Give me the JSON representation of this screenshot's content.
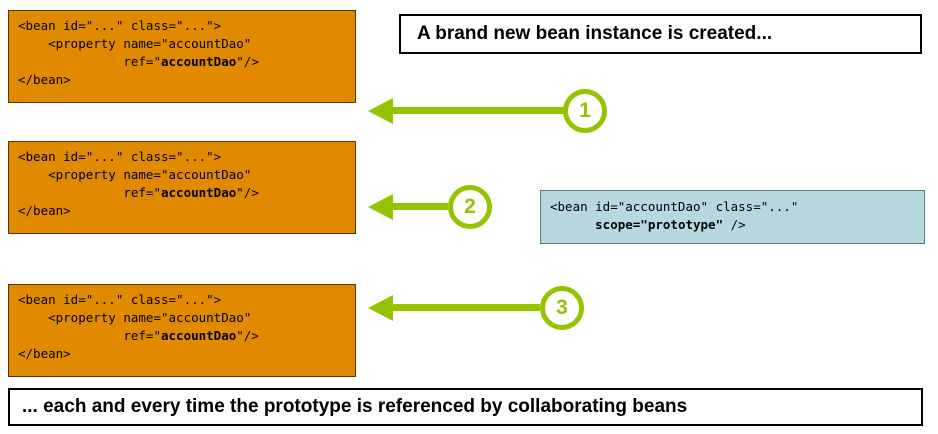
{
  "colors": {
    "bean_box_orange": "#e18a00",
    "arrow_green": "#94c400",
    "prototype_box_blue": "#b7d9de"
  },
  "header": {
    "text": "A brand new bean instance is created..."
  },
  "footer": {
    "text": "... each and every time the prototype is referenced by collaborating beans"
  },
  "bean_boxes": [
    {
      "line1": "<bean id=\"...\" class=\"...\">",
      "line2": "    <property name=\"accountDao\"",
      "line3_pre": "              ref=\"",
      "line3_bold": "accountDao",
      "line3_post": "\"/>",
      "line4": "</bean>"
    },
    {
      "line1": "<bean id=\"...\" class=\"...\">",
      "line2": "    <property name=\"accountDao\"",
      "line3_pre": "              ref=\"",
      "line3_bold": "accountDao",
      "line3_post": "\"/>",
      "line4": "</bean>"
    },
    {
      "line1": "<bean id=\"...\" class=\"...\">",
      "line2": "    <property name=\"accountDao\"",
      "line3_pre": "              ref=\"",
      "line3_bold": "accountDao",
      "line3_post": "\"/>",
      "line4": "</bean>"
    }
  ],
  "prototype_box": {
    "line1": "<bean id=\"accountDao\" class=\"...\"",
    "line2_pre": "      ",
    "line2_bold": "scope=\"prototype\"",
    "line2_post": " />"
  },
  "steps": [
    {
      "label": "1"
    },
    {
      "label": "2"
    },
    {
      "label": "3"
    }
  ]
}
